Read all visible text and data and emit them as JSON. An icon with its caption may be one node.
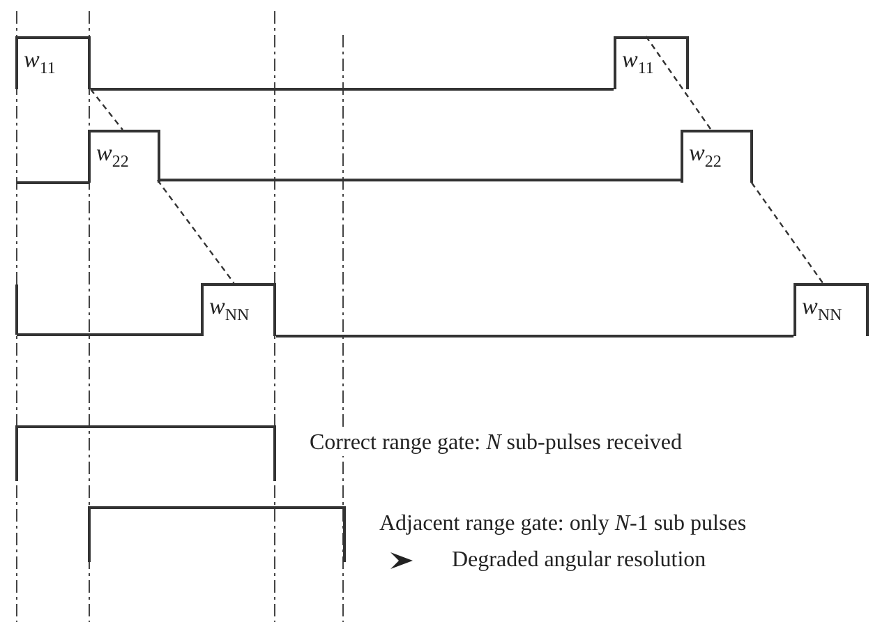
{
  "diagram": {
    "nodes": [
      {
        "text": [
          "*w*$_{11}$"
        ]
      },
      {
        "text": [
          "*w*$_{11}$"
        ]
      },
      {
        "text": [
          "*w*$_{22}$"
        ]
      },
      {
        "text": [
          "*w*$_{22}$"
        ]
      },
      {
        "text": [
          "*w*$_{NN}$"
        ]
      },
      {
        "text": [
          "*w*$_{NN}$"
        ]
      },
      {
        "text": [],
        "shape": "bar",
        "beside": [
          "Correct range gate: *N* sub-pulses received"
        ]
      },
      {
        "text": [],
        "shape": "bar",
        "beside": [
          "Adjacent range gate: only *N*-1 sub pulses",
          "Degraded angular resolution"
        ]
      }
    ],
    "edges": [
      {
        "from": 0,
        "to": 2,
        "arrow": "none",
        "style": "dashed"
      },
      {
        "from": 2,
        "to": 4,
        "arrow": "none",
        "style": "dashed"
      },
      {
        "from": 1,
        "to": 3,
        "arrow": "none",
        "style": "dashed"
      },
      {
        "from": 3,
        "to": 5,
        "arrow": "none",
        "style": "dashed"
      },
      {
        "from": 0,
        "to": 1,
        "arrow": "none"
      },
      {
        "from": 2,
        "to": 3,
        "arrow": "none"
      },
      {
        "from": 4,
        "to": 5,
        "arrow": "none"
      }
    ]
  }
}
